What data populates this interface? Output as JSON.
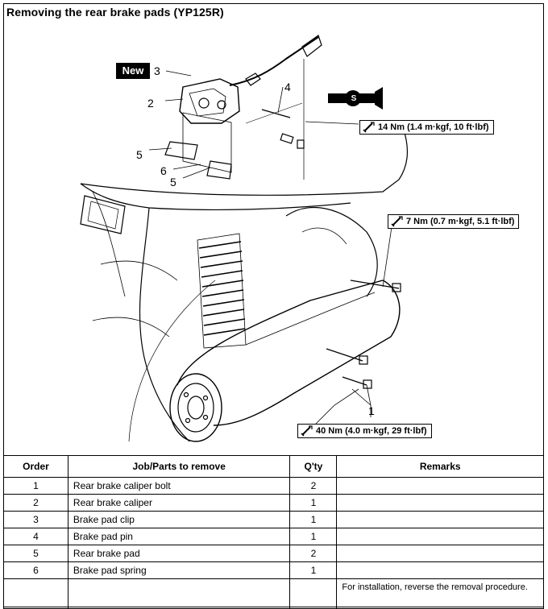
{
  "page": {
    "title": "Removing the rear brake pads (YP125R)"
  },
  "figure": {
    "new_badge": "New",
    "callouts": {
      "c1": "1",
      "c2": "2",
      "c3": "3",
      "c4": "4",
      "c5a": "5",
      "c5b": "5",
      "c6": "6"
    },
    "grease_symbol": "S",
    "torque_labels": {
      "t14": "14 Nm (1.4 m·kgf, 10 ft·lbf)",
      "t7": "7 Nm (0.7 m·kgf, 5.1 ft·lbf)",
      "t40": "40 Nm (4.0 m·kgf, 29 ft·lbf)"
    },
    "icons": [
      "torque-wrench-icon",
      "grease-gun-icon"
    ]
  },
  "table": {
    "headers": {
      "order": "Order",
      "job": "Job/Parts to remove",
      "qty": "Q'ty",
      "remarks": "Remarks"
    },
    "rows": [
      {
        "order": "1",
        "job": "Rear brake caliper bolt",
        "qty": "2",
        "remarks": ""
      },
      {
        "order": "2",
        "job": "Rear brake caliper",
        "qty": "1",
        "remarks": ""
      },
      {
        "order": "3",
        "job": "Brake pad clip",
        "qty": "1",
        "remarks": ""
      },
      {
        "order": "4",
        "job": "Brake pad pin",
        "qty": "1",
        "remarks": ""
      },
      {
        "order": "5",
        "job": "Rear brake pad",
        "qty": "2",
        "remarks": ""
      },
      {
        "order": "6",
        "job": "Brake pad spring",
        "qty": "1",
        "remarks": ""
      }
    ],
    "final_remark": "For installation, reverse the removal procedure."
  }
}
